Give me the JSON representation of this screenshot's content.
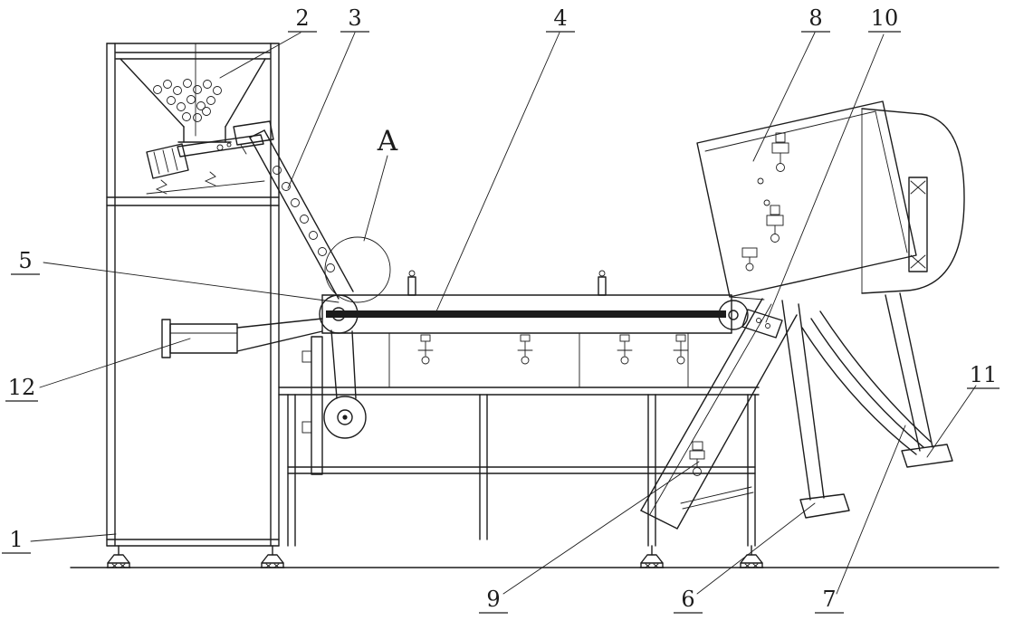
{
  "colors": {
    "ink": "#1c1c1c",
    "background": "#ffffff"
  },
  "labels": {
    "n1": "1",
    "n2": "2",
    "n3": "3",
    "n4": "4",
    "n5": "5",
    "n6": "6",
    "n7": "7",
    "n8": "8",
    "n9": "9",
    "n10": "10",
    "n11": "11",
    "n12": "12",
    "detail": "A"
  }
}
